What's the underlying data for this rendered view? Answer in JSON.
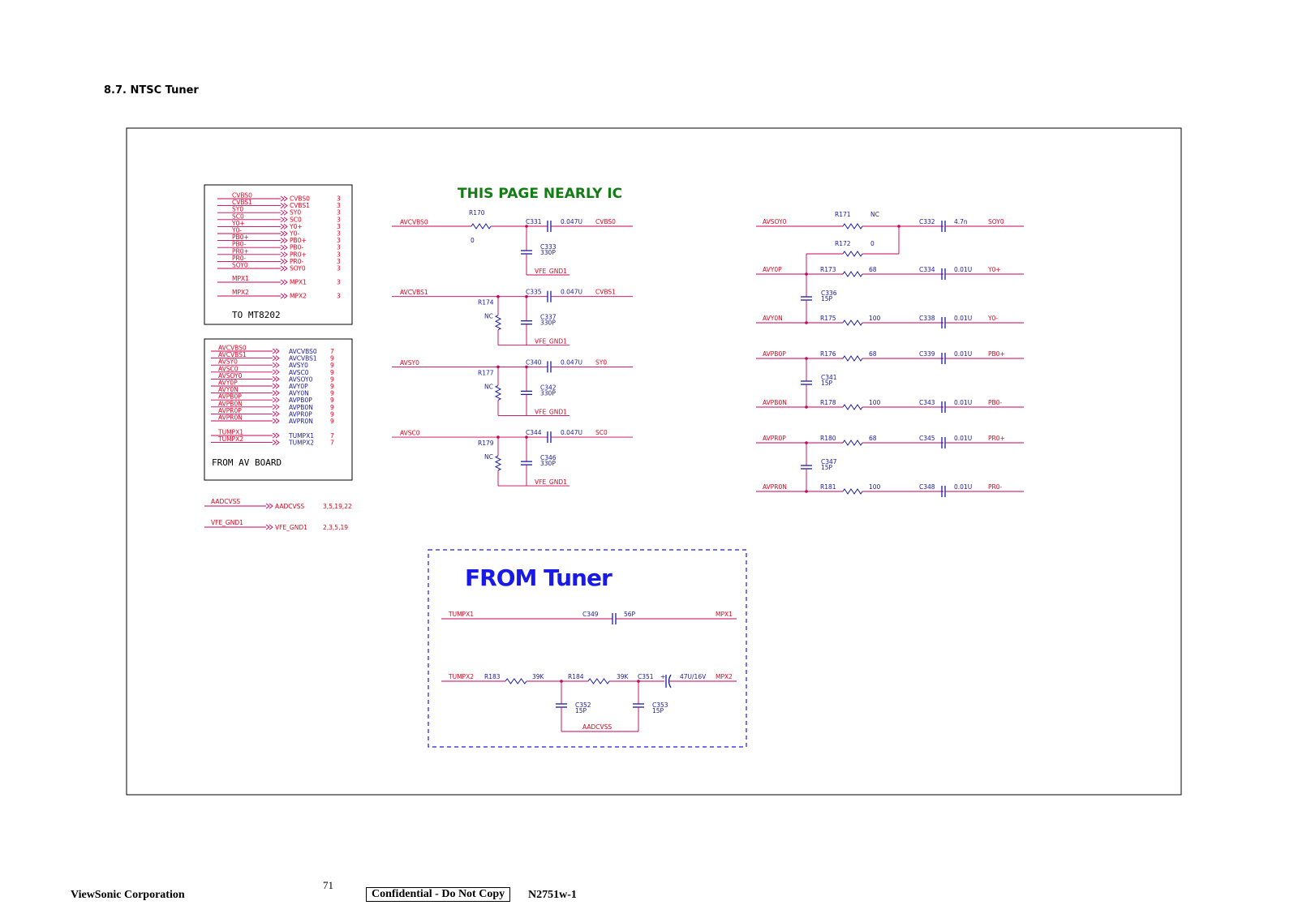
{
  "page_title": "8.7. NTSC Tuner",
  "note_title": "THIS PAGE NEARLY IC",
  "tuner_title": "FROM Tuner",
  "colors": {
    "wire": "#c8005a",
    "net": "#e8001c",
    "component": "#1a1aa0",
    "note": "#127d12",
    "tuner": "#1a1ae8",
    "frame": "#000000"
  },
  "to_mt8202": {
    "label": "TO MT8202",
    "ports": [
      {
        "net": "CVBS0",
        "ref": "3"
      },
      {
        "net": "CVBS1",
        "ref": "3"
      },
      {
        "net": "SY0",
        "ref": "3"
      },
      {
        "net": "SC0",
        "ref": "3"
      },
      {
        "net": "Y0+",
        "ref": "3"
      },
      {
        "net": "Y0-",
        "ref": "3"
      },
      {
        "net": "PB0+",
        "ref": "3"
      },
      {
        "net": "PB0-",
        "ref": "3"
      },
      {
        "net": "PR0+",
        "ref": "3"
      },
      {
        "net": "PR0-",
        "ref": "3"
      },
      {
        "net": "SOY0",
        "ref": "3"
      }
    ],
    "mpx_ports": [
      {
        "net": "MPX1",
        "ref": "3"
      },
      {
        "net": "MPX2",
        "ref": "3"
      }
    ]
  },
  "from_av_board": {
    "label": "FROM AV BOARD",
    "ports": [
      {
        "net": "AVCVBS0",
        "ref": "7"
      },
      {
        "net": "AVCVBS1",
        "ref": "9"
      },
      {
        "net": "AVSY0",
        "ref": "9"
      },
      {
        "net": "AVSC0",
        "ref": "9"
      },
      {
        "net": "AVSOY0",
        "ref": "9"
      },
      {
        "net": "AVY0P",
        "ref": "9"
      },
      {
        "net": "AVY0N",
        "ref": "9"
      },
      {
        "net": "AVPB0P",
        "ref": "9"
      },
      {
        "net": "AVPB0N",
        "ref": "9"
      },
      {
        "net": "AVPR0P",
        "ref": "9"
      },
      {
        "net": "AVPR0N",
        "ref": "9"
      }
    ],
    "tum_ports": [
      {
        "net": "TUMPX1",
        "ref": "7"
      },
      {
        "net": "TUMPX2",
        "ref": "7"
      }
    ]
  },
  "power_ports": [
    {
      "net": "AADCVSS",
      "ref": "3,5,19,22"
    },
    {
      "net": "VFE_GND1",
      "ref": "2,3,5,19"
    }
  ],
  "center_channels": [
    {
      "in": "AVCVBS0",
      "series": "R170",
      "series_val": "0",
      "cap": "C331",
      "cap_val": "0.047U",
      "out": "CVBS0",
      "shunt_c": "C333",
      "shunt_c_val": "330P",
      "gnd": "VFE_GND1"
    },
    {
      "in": "AVCVBS1",
      "shunt_r": "R174",
      "shunt_r_val": "NC",
      "cap": "C335",
      "cap_val": "0.047U",
      "out": "CVBS1",
      "shunt_c": "C337",
      "shunt_c_val": "330P",
      "gnd": "VFE_GND1"
    },
    {
      "in": "AVSY0",
      "shunt_r": "R177",
      "shunt_r_val": "NC",
      "cap": "C340",
      "cap_val": "0.047U",
      "out": "SY0",
      "shunt_c": "C342",
      "shunt_c_val": "330P",
      "gnd": "VFE_GND1"
    },
    {
      "in": "AVSC0",
      "shunt_r": "R179",
      "shunt_r_val": "NC",
      "cap": "C344",
      "cap_val": "0.047U",
      "out": "SC0",
      "shunt_c": "C346",
      "shunt_c_val": "330P",
      "gnd": "VFE_GND1"
    }
  ],
  "soy_channel": {
    "in": "AVSOY0",
    "r1": "R171",
    "r1_val": "NC",
    "r2": "R172",
    "r2_val": "0",
    "cap": "C332",
    "cap_val": "4.7n",
    "out": "SOY0"
  },
  "right_pairs": [
    {
      "p_in": "AVY0P",
      "p_r": "R173",
      "p_r_val": "68",
      "p_c": "C334",
      "p_c_val": "0.01U",
      "p_out": "Y0+",
      "mid_c": "C336",
      "mid_c_val": "15P",
      "n_in": "AVY0N",
      "n_r": "R175",
      "n_r_val": "100",
      "n_c": "C338",
      "n_c_val": "0.01U",
      "n_out": "Y0-"
    },
    {
      "p_in": "AVPB0P",
      "p_r": "R176",
      "p_r_val": "68",
      "p_c": "C339",
      "p_c_val": "0.01U",
      "p_out": "PB0+",
      "mid_c": "C341",
      "mid_c_val": "15P",
      "n_in": "AVPB0N",
      "n_r": "R178",
      "n_r_val": "100",
      "n_c": "C343",
      "n_c_val": "0.01U",
      "n_out": "PB0-"
    },
    {
      "p_in": "AVPR0P",
      "p_r": "R180",
      "p_r_val": "68",
      "p_c": "C345",
      "p_c_val": "0.01U",
      "p_out": "PR0+",
      "mid_c": "C347",
      "mid_c_val": "15P",
      "n_in": "AVPR0N",
      "n_r": "R181",
      "n_r_val": "100",
      "n_c": "C348",
      "n_c_val": "0.01U",
      "n_out": "PR0-"
    }
  ],
  "tuner": {
    "mpx1": {
      "in": "TUMPX1",
      "cap": "C349",
      "cap_val": "56P",
      "out": "MPX1"
    },
    "mpx2": {
      "in": "TUMPX2",
      "r1": "R183",
      "r1_val": "39K",
      "r2": "R184",
      "r2_val": "39K",
      "cap": "C351",
      "cap_val": "47U/16V",
      "out": "MPX2",
      "c_a": "C352",
      "c_a_val": "15P",
      "c_b": "C353",
      "c_b_val": "15P",
      "gnd": "AADCVSS"
    }
  },
  "footer": {
    "company": "ViewSonic Corporation",
    "page": "71",
    "confidential": "Confidential - Do Not Copy",
    "model": "N2751w-1"
  }
}
